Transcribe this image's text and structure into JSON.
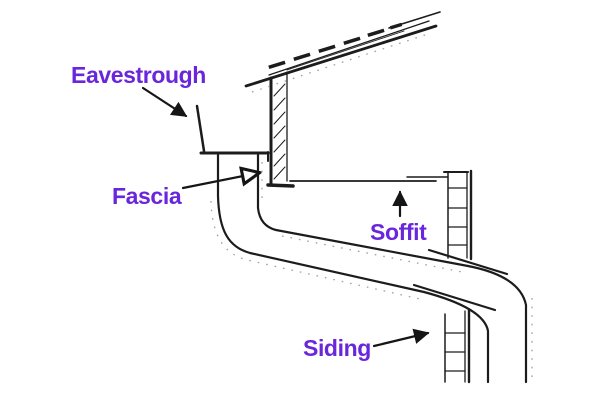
{
  "figure": {
    "background_color": "#ffffff",
    "ink_color": "#1c1c1c",
    "label_color": "#6A26DB",
    "labels": {
      "eavestrough": "Eavestrough",
      "fascia": "Fascia",
      "soffit": "Soffit",
      "siding": "Siding"
    }
  }
}
